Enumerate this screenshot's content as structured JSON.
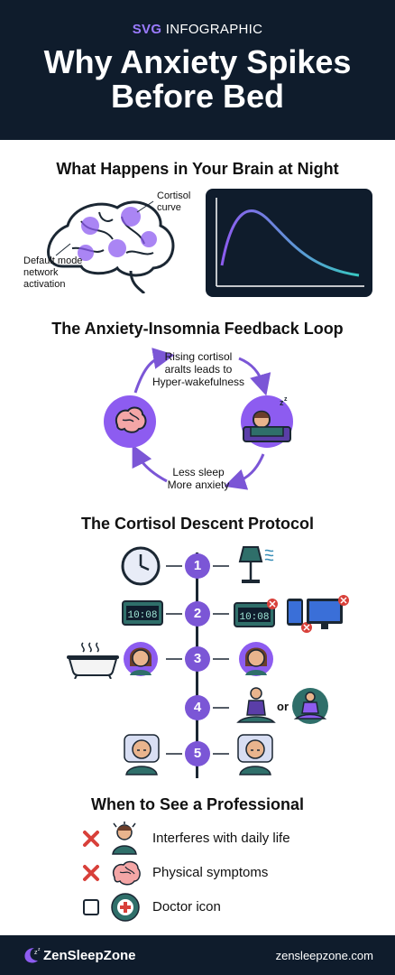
{
  "header": {
    "kicker_highlight": "SVG",
    "kicker_rest": " INFOGRAPHIC",
    "title_line1": "Why Anxiety Spikes",
    "title_line2": "Before Bed"
  },
  "brain_section": {
    "title": "What Happens in Your Brain at Night",
    "label_cortisol": "Cortisol curve",
    "label_dmn": "Default mode network activation"
  },
  "loop_section": {
    "title": "The Anxiety-Insomnia Feedback Loop",
    "top_text_1": "Rising cortisol",
    "top_text_2": "aralts leads to",
    "top_text_3": "Hyper-wakefulness",
    "bottom_text_1": "Less sleep",
    "bottom_text_2": "More anxiety"
  },
  "protocol_section": {
    "title": "The Cortisol Descent Protocol",
    "steps": [
      "1",
      "2",
      "3",
      "4",
      "5"
    ],
    "clock_time": "10:08",
    "or_label": "or"
  },
  "professional_section": {
    "title": "When to See a Professional",
    "items": [
      {
        "label": "Interferes with daily life"
      },
      {
        "label": "Physical symptoms"
      },
      {
        "label": "Doctor icon"
      }
    ]
  },
  "footer": {
    "brand": "ZenSleepZone",
    "url": "zensleepzone.com"
  },
  "colors": {
    "navy": "#0f1c2c",
    "purple": "#7b56d6",
    "red_x": "#d8403a",
    "teal": "#2f6f6a"
  }
}
